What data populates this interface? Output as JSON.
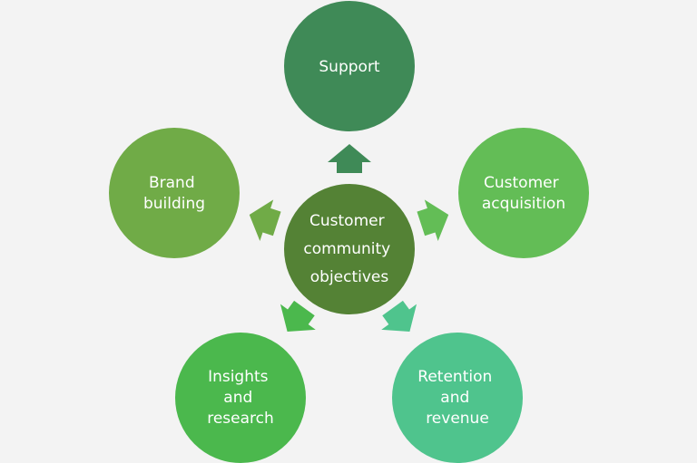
{
  "diagram": {
    "center": {
      "lines": [
        "Customer",
        "community",
        "objectives"
      ],
      "color": "#548235"
    },
    "nodes": [
      {
        "id": "support",
        "lines": [
          "Support"
        ],
        "color": "#3f8a57"
      },
      {
        "id": "customer-acquisition",
        "lines": [
          "Customer",
          "acquisition"
        ],
        "color": "#63bd56"
      },
      {
        "id": "retention-and-revenue",
        "lines": [
          "Retention",
          "and",
          "revenue"
        ],
        "color": "#4fc48d"
      },
      {
        "id": "insights-and-research",
        "lines": [
          "Insights",
          "and",
          "research"
        ],
        "color": "#4bb84d"
      },
      {
        "id": "brand-building",
        "lines": [
          "Brand",
          "building"
        ],
        "color": "#70ab47"
      }
    ]
  }
}
